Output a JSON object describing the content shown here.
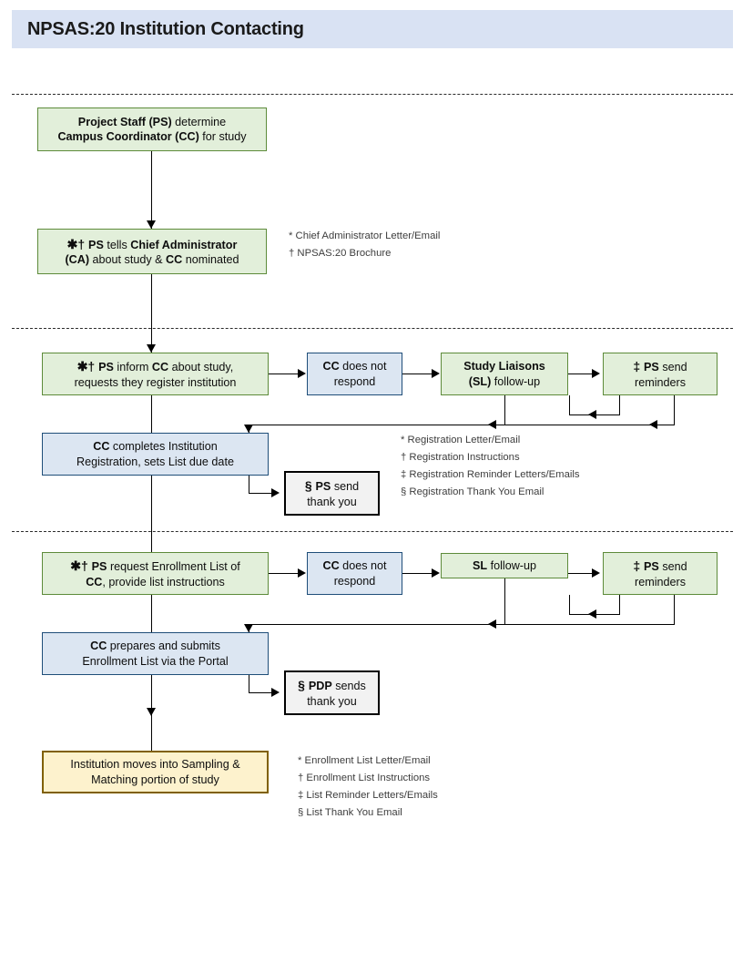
{
  "header": {
    "title": "NPSAS:20 Institution Contacting",
    "bar_color": "#D9E2F3"
  },
  "colors": {
    "green_fill": "#E2EFDA",
    "green_border": "#5D8B3A",
    "blue_fill": "#DCE6F2",
    "blue_border": "#1F4E79",
    "yellow_fill": "#FDF2CD",
    "yellow_border": "#806000",
    "plain_fill": "#F2F2F2",
    "plain_border": "#000000",
    "connector": "#000000",
    "legend_text": "#3D3D3D"
  },
  "sections": [
    {
      "name": "chief-administrator-contact",
      "nodes": [
        {
          "id": "ps-determine-cc",
          "type": "green",
          "lines": [
            [
              {
                "t": "Project Staff (PS)",
                "bold": true
              },
              {
                "t": " determine",
                "bold": false
              }
            ],
            [
              {
                "t": "Campus Coordinator (CC)",
                "bold": true
              },
              {
                "t": " for study",
                "bold": false
              }
            ]
          ]
        },
        {
          "id": "ps-tells-ca",
          "type": "green",
          "lines": [
            [
              {
                "t": "✱† ",
                "bold": true,
                "sym": true
              },
              {
                "t": "PS",
                "bold": true
              },
              {
                "t": " tells ",
                "bold": false
              },
              {
                "t": "Chief Administrator",
                "bold": true
              }
            ],
            [
              {
                "t": "(CA)",
                "bold": true
              },
              {
                "t": " about study & ",
                "bold": false
              },
              {
                "t": "CC",
                "bold": true
              },
              {
                "t": " nominated",
                "bold": false
              }
            ]
          ]
        }
      ],
      "legend": [
        "* Chief Administrator Letter/Email",
        "† NPSAS:20 Brochure"
      ]
    },
    {
      "name": "institution-registration",
      "nodes": [
        {
          "id": "ps-inform-cc-register",
          "type": "green",
          "lines": [
            [
              {
                "t": "✱† ",
                "bold": true,
                "sym": true
              },
              {
                "t": " PS",
                "bold": true
              },
              {
                "t": " inform  ",
                "bold": false
              },
              {
                "t": "CC",
                "bold": true
              },
              {
                "t": " about study,",
                "bold": false
              }
            ],
            [
              {
                "t": "requests they register institution",
                "bold": false
              }
            ]
          ]
        },
        {
          "id": "cc-does-not-respond-registration",
          "type": "blue",
          "lines": [
            [
              {
                "t": "CC",
                "bold": true
              },
              {
                "t": " does not",
                "bold": false
              }
            ],
            [
              {
                "t": "respond",
                "bold": false
              }
            ]
          ]
        },
        {
          "id": "study-liaisons-followup",
          "type": "green",
          "lines": [
            [
              {
                "t": "Study Liaisons",
                "bold": true
              }
            ],
            [
              {
                "t": "(SL)",
                "bold": true
              },
              {
                "t": " follow-up",
                "bold": false
              }
            ]
          ]
        },
        {
          "id": "ps-send-reminders-registration",
          "type": "green",
          "lines": [
            [
              {
                "t": "‡  ",
                "bold": true,
                "sym": true
              },
              {
                "t": "PS",
                "bold": true
              },
              {
                "t": " send",
                "bold": false
              }
            ],
            [
              {
                "t": "reminders",
                "bold": false
              }
            ]
          ]
        },
        {
          "id": "cc-completes-registration",
          "type": "blue",
          "lines": [
            [
              {
                "t": "CC",
                "bold": true
              },
              {
                "t": " completes Institution",
                "bold": false
              }
            ],
            [
              {
                "t": "Registration, sets List due date",
                "bold": false
              }
            ]
          ]
        },
        {
          "id": "ps-send-thank-you",
          "type": "plain",
          "lines": [
            [
              {
                "t": "§ ",
                "bold": true,
                "sym": true
              },
              {
                "t": " PS",
                "bold": true
              },
              {
                "t": " send",
                "bold": false
              }
            ],
            [
              {
                "t": "thank you",
                "bold": false
              }
            ]
          ]
        }
      ],
      "legend": [
        "* Registration Letter/Email",
        "† Registration Instructions",
        "‡ Registration Reminder Letters/Emails",
        "§ Registration Thank You Email"
      ]
    },
    {
      "name": "enrollment-list",
      "nodes": [
        {
          "id": "ps-request-enrollment-list",
          "type": "green",
          "lines": [
            [
              {
                "t": "✱† ",
                "bold": true,
                "sym": true
              },
              {
                "t": "PS",
                "bold": true
              },
              {
                "t": " request  Enrollment  List of",
                "bold": false
              }
            ],
            [
              {
                "t": "CC",
                "bold": true
              },
              {
                "t": ", provide list instructions",
                "bold": false
              }
            ]
          ]
        },
        {
          "id": "cc-does-not-respond-list",
          "type": "blue",
          "lines": [
            [
              {
                "t": "CC",
                "bold": true
              },
              {
                "t": " does not",
                "bold": false
              }
            ],
            [
              {
                "t": "respond",
                "bold": false
              }
            ]
          ]
        },
        {
          "id": "sl-followup",
          "type": "green",
          "lines": [
            [
              {
                "t": "SL",
                "bold": true
              },
              {
                "t": " follow-up",
                "bold": false
              }
            ]
          ]
        },
        {
          "id": "ps-send-reminders-list",
          "type": "green",
          "lines": [
            [
              {
                "t": "‡  ",
                "bold": true,
                "sym": true
              },
              {
                "t": "PS",
                "bold": true
              },
              {
                "t": " send",
                "bold": false
              }
            ],
            [
              {
                "t": "reminders",
                "bold": false
              }
            ]
          ]
        },
        {
          "id": "cc-submits-enrollment-list",
          "type": "blue",
          "lines": [
            [
              {
                "t": "CC",
                "bold": true
              },
              {
                "t": " prepares and submits",
                "bold": false
              }
            ],
            [
              {
                "t": "Enrollment List via the Portal",
                "bold": false
              }
            ]
          ]
        },
        {
          "id": "pdp-sends-thank-you",
          "type": "plain",
          "lines": [
            [
              {
                "t": "§ ",
                "bold": true,
                "sym": true
              },
              {
                "t": "PDP",
                "bold": true
              },
              {
                "t": " sends",
                "bold": false
              }
            ],
            [
              {
                "t": "thank you",
                "bold": false
              }
            ]
          ]
        },
        {
          "id": "institution-moves-sampling",
          "type": "yellow",
          "lines": [
            [
              {
                "t": "Institution moves into Sampling &",
                "bold": false
              }
            ],
            [
              {
                "t": "Matching portion of study",
                "bold": false
              }
            ]
          ]
        }
      ],
      "legend": [
        "* Enrollment List Letter/Email",
        "† Enrollment List Instructions",
        "‡ List Reminder Letters/Emails",
        "§ List Thank You Email"
      ]
    }
  ]
}
